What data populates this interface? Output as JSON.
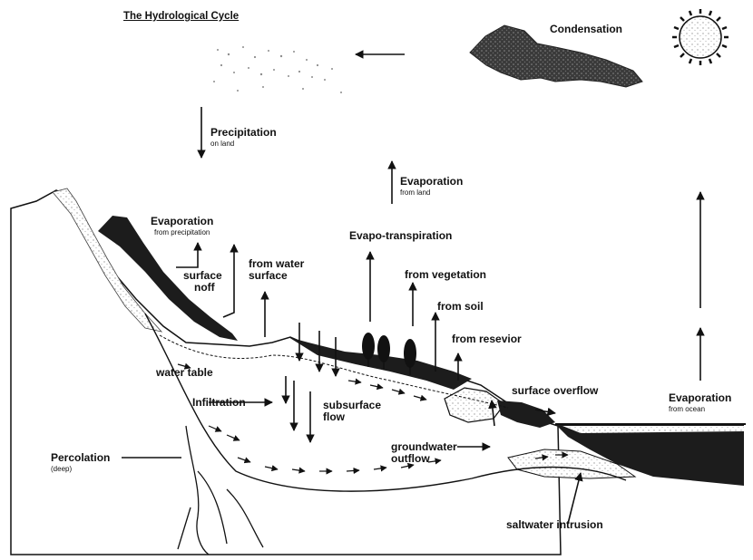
{
  "title": "The Hydrological Cycle",
  "labels": {
    "condensation": "Condensation",
    "precipitation": "Precipitation",
    "precipitation_sub": "on land",
    "evap_land": "Evaporation",
    "evap_land_sub": "from land",
    "evap_precip": "Evaporation",
    "evap_precip_sub": "from precipitation",
    "surface_runoff_1": "surface",
    "surface_runoff_2": "noff",
    "from_water_surface_1": "from water",
    "from_water_surface_2": "surface",
    "evapo_transpiration": "Evapo-transpiration",
    "from_vegetation": "from vegetation",
    "from_soil": "from soil",
    "from_resevior": "from resevior",
    "water_table": "water table",
    "infiltration": "Infiltration",
    "subsurface_flow_1": "subsurface",
    "subsurface_flow_2": "flow",
    "surface_overflow": "surface overflow",
    "evap_ocean": "Evaporation",
    "evap_ocean_sub": "from ocean",
    "percolation": "Percolation",
    "percolation_sub": "(deep)",
    "groundwater_outflow_1": "groundwater",
    "groundwater_outflow_2": "outflow",
    "saltwater_intrusion": "saltwater intrusion"
  },
  "colors": {
    "ink": "#111111",
    "background": "#ffffff",
    "dark_fill": "#1c1c1c",
    "speckle": "#8a8a8a"
  },
  "icons": [
    "sun-icon",
    "cloud-icon",
    "tree-icon",
    "arrow-icon"
  ]
}
